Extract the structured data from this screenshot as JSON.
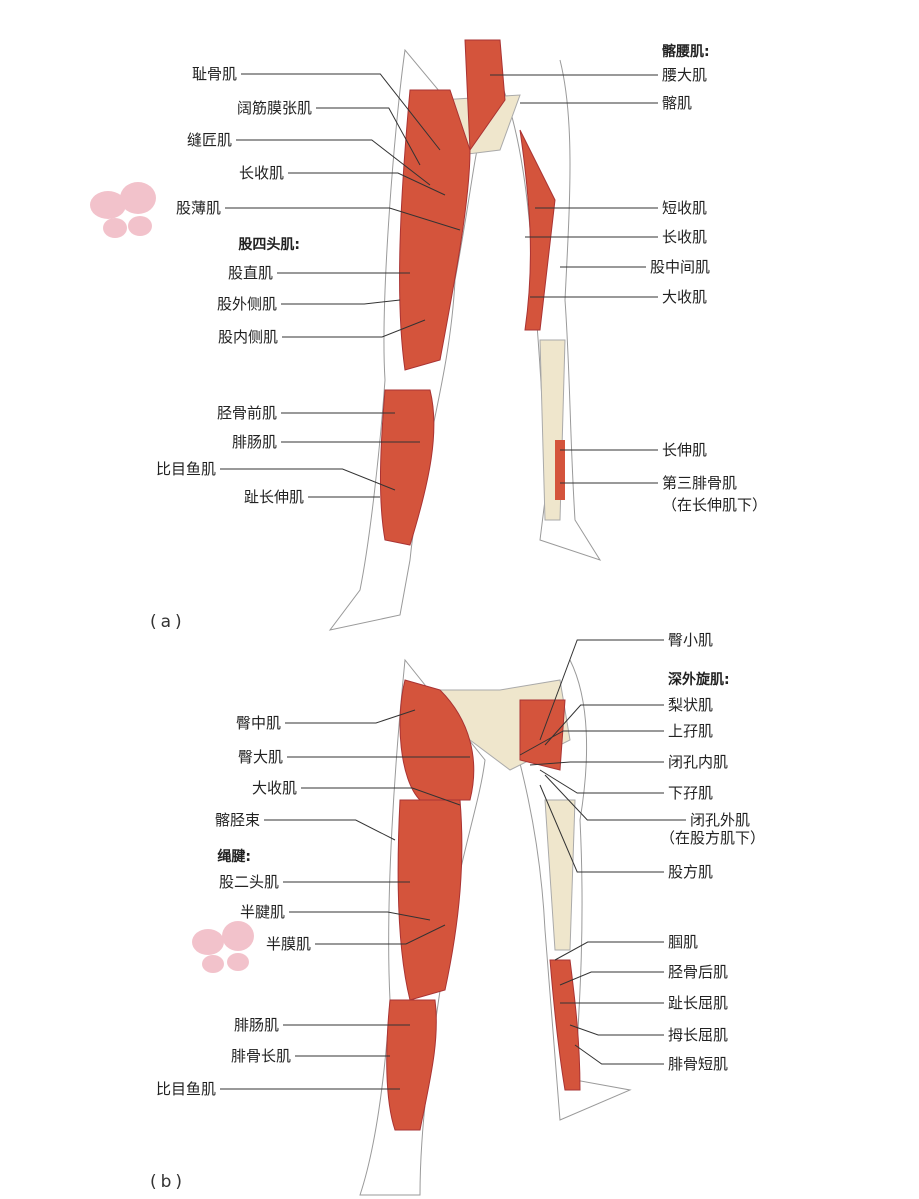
{
  "panel_a": {
    "tag": "(a)",
    "left_labels": [
      "耻骨肌",
      "阔筋膜张肌",
      "缝匠肌",
      "长收肌",
      "股薄肌",
      "股四头肌:",
      "股直肌",
      "股外侧肌",
      "股内侧肌",
      "胫骨前肌",
      "腓肠肌",
      "比目鱼肌",
      "趾长伸肌"
    ],
    "right_labels": [
      "髂腰肌:",
      "腰大肌",
      "髂肌",
      "短收肌",
      "长收肌",
      "股中间肌",
      "大收肌",
      "长伸肌",
      "第三腓骨肌",
      "（在长伸肌下）"
    ]
  },
  "panel_b": {
    "tag": "(b)",
    "left_labels": [
      "臀中肌",
      "臀大肌",
      "大收肌",
      "髂胫束",
      "绳腱:",
      "股二头肌",
      "半腱肌",
      "半膜肌",
      "腓肠肌",
      "腓骨长肌",
      "比目鱼肌"
    ],
    "right_labels": [
      "臀小肌",
      "深外旋肌:",
      "梨状肌",
      "上孖肌",
      "闭孔内肌",
      "下孖肌",
      "闭孔外肌",
      "（在股方肌下）",
      "股方肌",
      "腘肌",
      "胫骨后肌",
      "趾长屈肌",
      "拇长屈肌",
      "腓骨短肌"
    ]
  },
  "colors": {
    "muscle": "#d4543c",
    "muscle_dark": "#b23a26",
    "bone": "#efe6cc",
    "outline": "#9a9a9a",
    "butterfly": "#f0b4bf"
  }
}
